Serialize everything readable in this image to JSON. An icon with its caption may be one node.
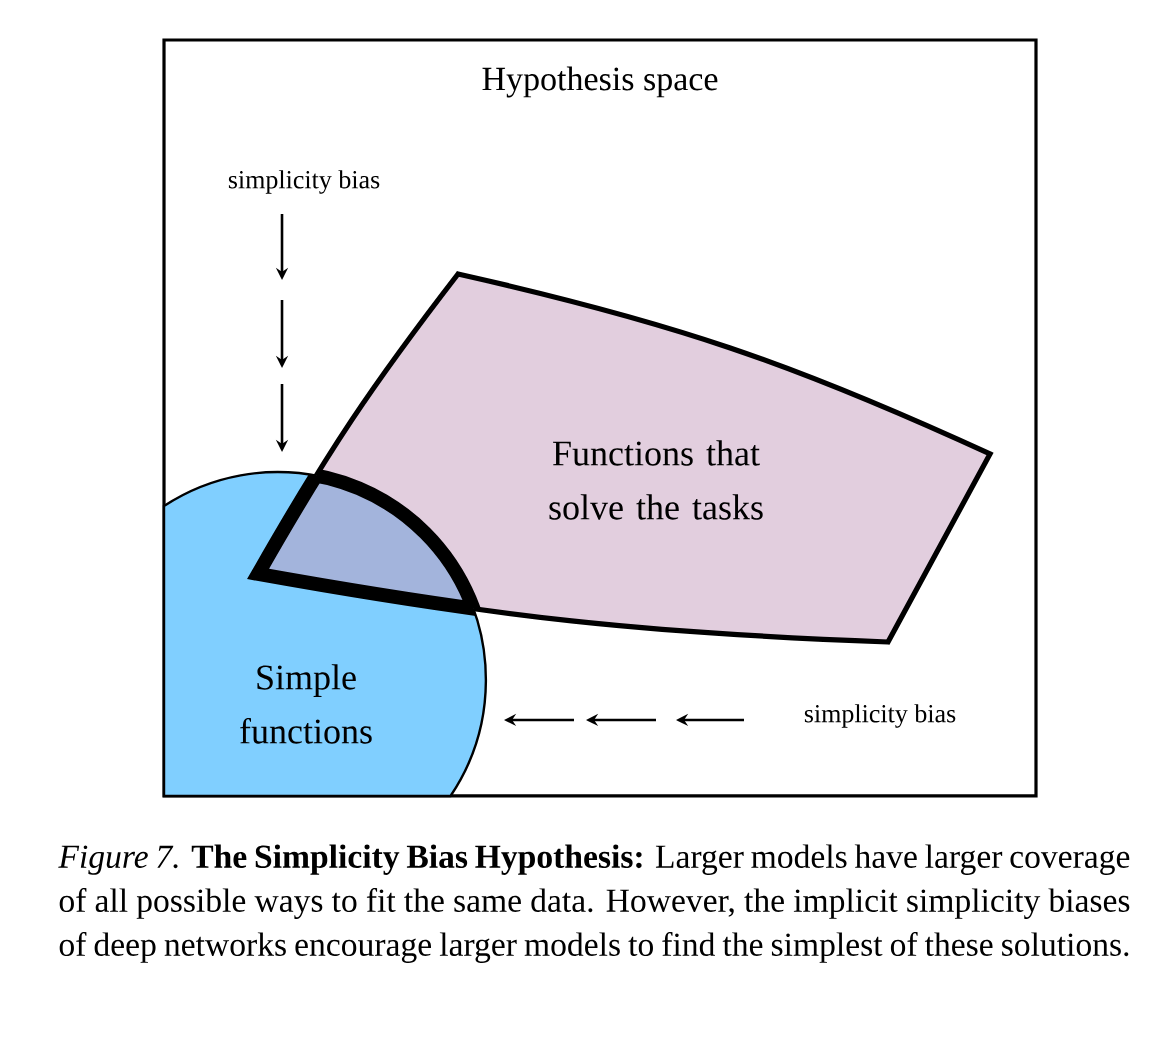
{
  "diagram": {
    "nodes": [
      {
        "text": [
          "Hypothesis space"
        ]
      },
      {
        "text": [
          "Functions that solve the tasks"
        ],
        "in": 0
      },
      {
        "text": [
          "Simple functions"
        ],
        "in": 0
      }
    ],
    "labels": [
      "simplicity bias",
      "simplicity bias"
    ],
    "caption": "*Figure 7.* **The Simplicity Bias Hypothesis:** Larger models have larger coverage of all possible ways to fit the same data. However, the implicit simplicity biases of deep networks encourage larger models to find the simplest of these solutions."
  }
}
